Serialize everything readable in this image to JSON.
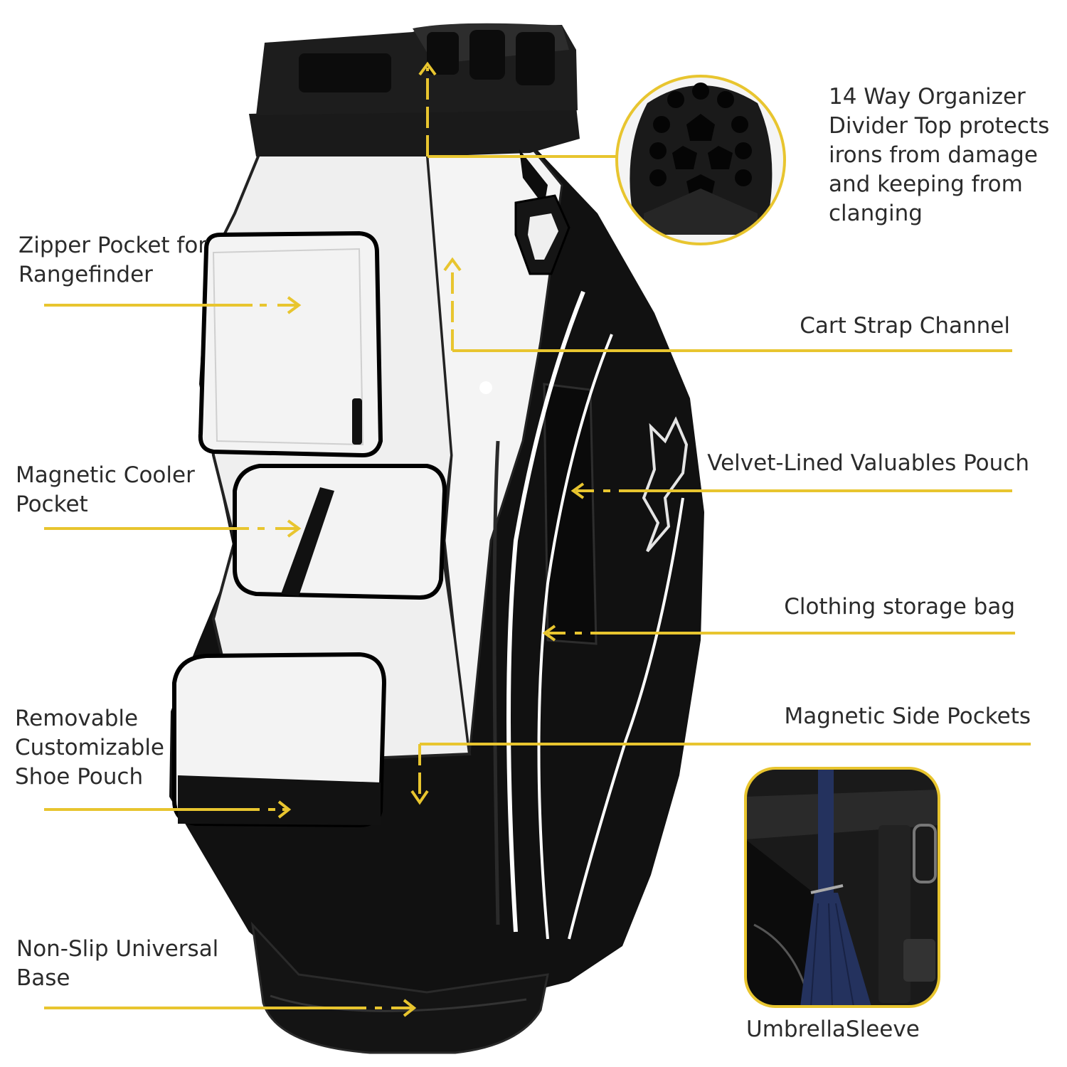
{
  "colors": {
    "accent": "#E8C52F",
    "bag_black": "#111111",
    "bag_white": "#F2F2F2",
    "text": "#2B2B2B",
    "umbrella_blue": "#24325E"
  },
  "callouts": [
    {
      "id": "organizer",
      "text": "14 Way Organizer\nDivider Top protects\nirons from damage\nand keeping from\nclanging"
    },
    {
      "id": "rangefinder",
      "text": "Zipper Pocket for\nRangefinder"
    },
    {
      "id": "cart-strap",
      "text": "Cart Strap Channel"
    },
    {
      "id": "cooler",
      "text": "Magnetic Cooler\nPocket"
    },
    {
      "id": "valuables",
      "text": "Velvet-Lined Valuables Pouch"
    },
    {
      "id": "clothing",
      "text": "Clothing storage bag"
    },
    {
      "id": "shoe-pouch",
      "text": "Removable\nCustomizable\nShoe Pouch"
    },
    {
      "id": "side-pockets",
      "text": "Magnetic Side Pockets"
    },
    {
      "id": "base",
      "text": "Non-Slip Universal\nBase"
    },
    {
      "id": "umbrella",
      "text": "UmbrellaSleeve"
    }
  ]
}
